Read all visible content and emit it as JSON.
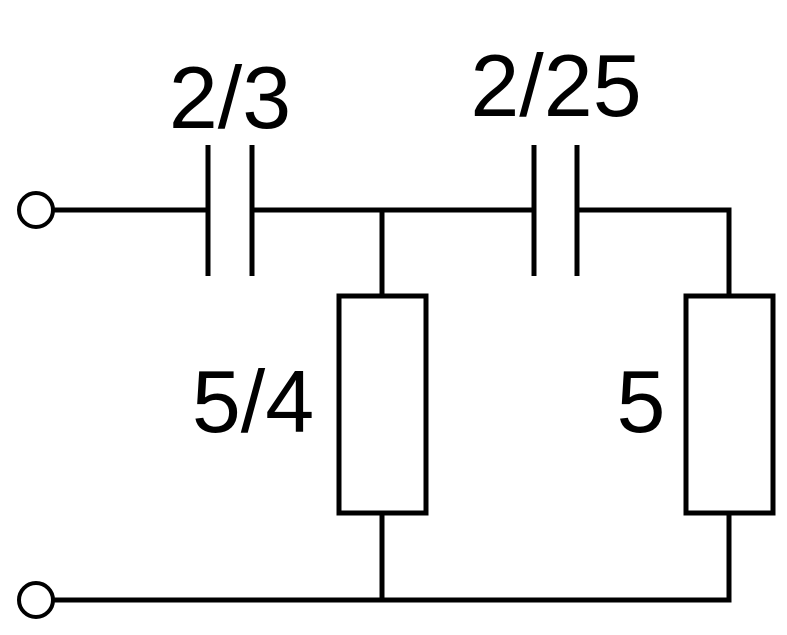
{
  "circuit": {
    "capacitors": [
      {
        "label": "2/3"
      },
      {
        "label": "2/25"
      }
    ],
    "resistors": [
      {
        "label": "5/4"
      },
      {
        "label": "5"
      }
    ]
  },
  "colors": {
    "line": "#000000",
    "background": "#ffffff"
  }
}
